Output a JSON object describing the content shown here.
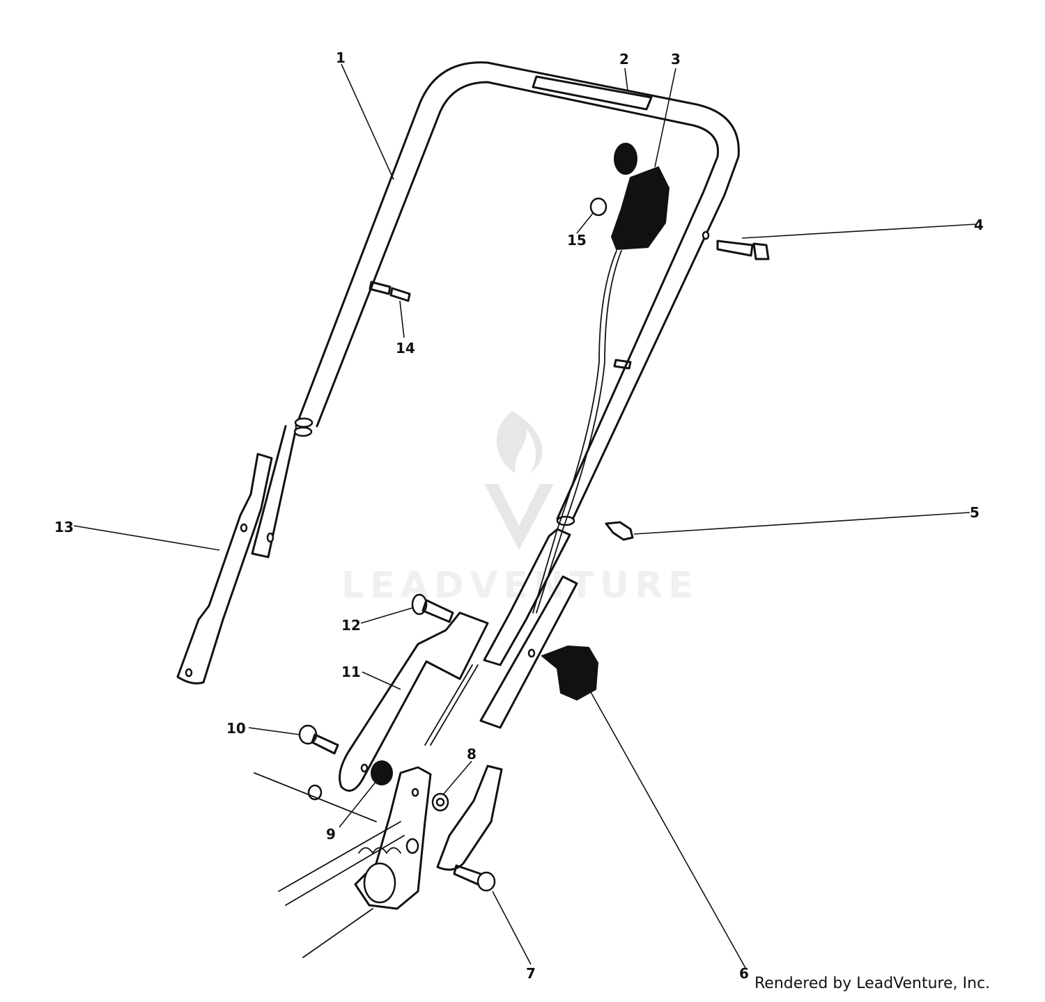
{
  "diagram": {
    "watermark_text": "LEADVENTURE",
    "credit": "Rendered by LeadVenture, Inc.",
    "callouts": [
      {
        "id": "1",
        "label": "1"
      },
      {
        "id": "2",
        "label": "2"
      },
      {
        "id": "3",
        "label": "3"
      },
      {
        "id": "4",
        "label": "4"
      },
      {
        "id": "5",
        "label": "5"
      },
      {
        "id": "6",
        "label": "6"
      },
      {
        "id": "7",
        "label": "7"
      },
      {
        "id": "8",
        "label": "8"
      },
      {
        "id": "9",
        "label": "9"
      },
      {
        "id": "10",
        "label": "10"
      },
      {
        "id": "11",
        "label": "11"
      },
      {
        "id": "12",
        "label": "12"
      },
      {
        "id": "13",
        "label": "13"
      },
      {
        "id": "14",
        "label": "14"
      },
      {
        "id": "15",
        "label": "15"
      }
    ]
  }
}
